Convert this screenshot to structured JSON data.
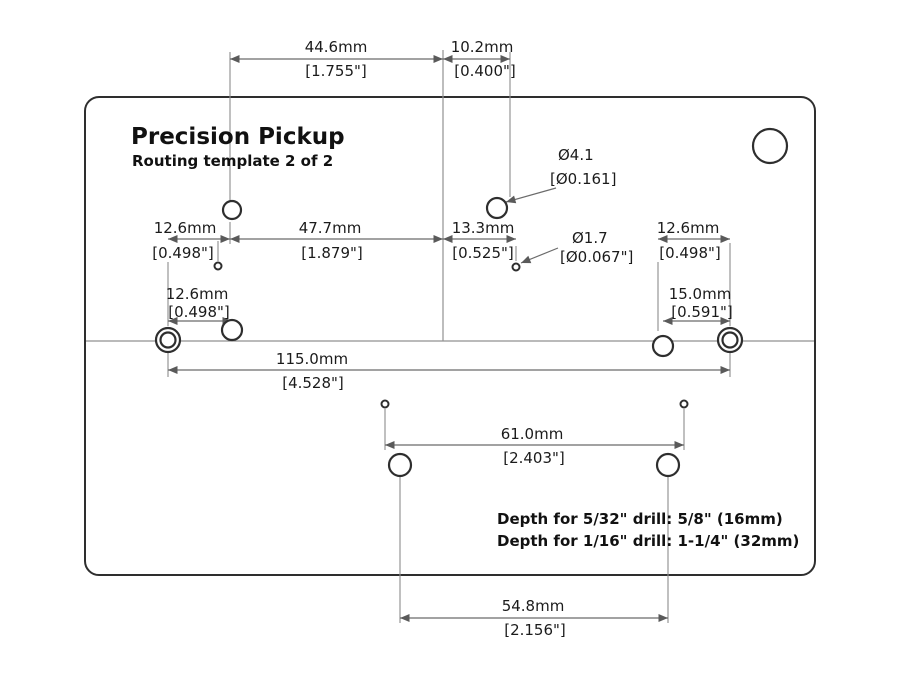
{
  "header": {
    "title": "Precision Pickup",
    "subtitle": "Routing template 2 of 2"
  },
  "dims": {
    "top_width": {
      "mm": "44.6mm",
      "inch": "[1.755\"]"
    },
    "top_offset": {
      "mm": "10.2mm",
      "inch": "[0.400\"]"
    },
    "large_hole": {
      "dia": "Ø4.1",
      "inch": "[Ø0.161]"
    },
    "upper_left": {
      "mm": "12.6mm",
      "inch": "[0.498\"]"
    },
    "center_left": {
      "mm": "47.7mm",
      "inch": "[1.879\"]"
    },
    "center_right": {
      "mm": "13.3mm",
      "inch": "[0.525\"]"
    },
    "small_hole": {
      "dia": "Ø1.7",
      "inch": "[Ø0.067\"]"
    },
    "upper_right": {
      "mm": "12.6mm",
      "inch": "[0.498\"]"
    },
    "lower_left": {
      "mm": "12.6mm",
      "inch": "[0.498\"]"
    },
    "lower_right": {
      "mm": "15.0mm",
      "inch": "[0.591\"]"
    },
    "mount_span": {
      "mm": "115.0mm",
      "inch": "[4.528\"]"
    },
    "pilot_span": {
      "mm": "61.0mm",
      "inch": "[2.403\"]"
    },
    "bottom_span": {
      "mm": "54.8mm",
      "inch": "[2.156\"]"
    }
  },
  "notes": {
    "depth_1": "Depth for 5/32\" drill: 5/8\" (16mm)",
    "depth_2": "Depth for 1/16\" drill: 1-1/4\" (32mm)"
  },
  "colors": {
    "ink": "#1b1b1b",
    "dimension_line": "#6b6b6b",
    "plate_stroke": "#2e2e2e",
    "background": "#ffffff"
  }
}
